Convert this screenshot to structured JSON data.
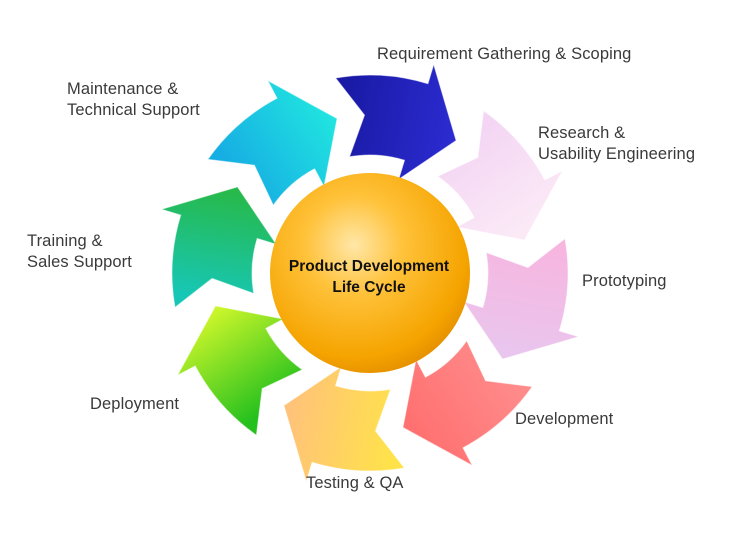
{
  "diagram": {
    "center": {
      "line1": "Product Development",
      "line2": "Life Cycle",
      "color": "#F5A400"
    },
    "stages": [
      {
        "id": "requirements",
        "line1": "Requirement Gathering & Scoping",
        "line2": "",
        "color_start": "#1A1AA6",
        "color_end": "#2B2BD0"
      },
      {
        "id": "research",
        "line1": "Research &",
        "line2": "Usability Engineering",
        "color_start": "#F4D6F4",
        "color_end": "#FBEAF6"
      },
      {
        "id": "prototyping",
        "line1": "Prototyping",
        "line2": "",
        "color_start": "#F6B6E0",
        "color_end": "#E9C6EE"
      },
      {
        "id": "development",
        "line1": "Development",
        "line2": "",
        "color_start": "#FF8A8A",
        "color_end": "#FF7070"
      },
      {
        "id": "testing",
        "line1": "Testing & QA",
        "line2": "",
        "color_start": "#FFE24A",
        "color_end": "#FFC27A"
      },
      {
        "id": "deployment",
        "line1": "Deployment",
        "line2": "",
        "color_start": "#24C01E",
        "color_end": "#C9F52A"
      },
      {
        "id": "training",
        "line1": "Training &",
        "line2": "Sales Support",
        "color_start": "#17C7B6",
        "color_end": "#27B94A"
      },
      {
        "id": "maintenance",
        "line1": "Maintenance &",
        "line2": "Technical Support",
        "color_start": "#17AEE3",
        "color_end": "#20E3E0"
      }
    ]
  }
}
